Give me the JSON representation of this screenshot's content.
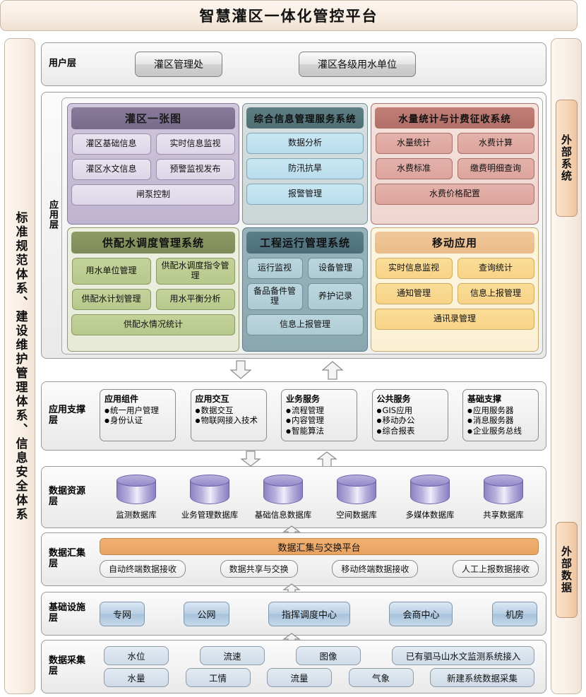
{
  "title": "智慧灌区一体化管控平台",
  "left_column": {
    "label": "标准规范体系、建设维护管理体系、信息安全体系"
  },
  "right_column": {
    "external_system": "外部系统",
    "external_data": "外部数据"
  },
  "layers": {
    "user": {
      "label": "用户层",
      "items": [
        "灌区管理处",
        "灌区各级用水单位"
      ]
    },
    "application": {
      "label": "应用层",
      "systems": [
        {
          "name": "灌区一张图",
          "color": "#8a7b9c",
          "items": [
            "灌区基础信息",
            "实时信息监视",
            "灌区水文信息",
            "预警监视发布",
            "闸泵控制"
          ],
          "full_width_items": [
            "闸泵控制"
          ]
        },
        {
          "name": "综合信息管理服务系统",
          "color": "#5e7f84",
          "items": [
            "数据分析",
            "防汛抗旱",
            "报警管理"
          ],
          "full_width_items": [
            "数据分析",
            "防汛抗旱",
            "报警管理"
          ]
        },
        {
          "name": "水量统计与计费征收系统",
          "color": "#c08078",
          "items": [
            "水量统计",
            "水费计算",
            "水费标准",
            "缴费明细查询",
            "水费价格配置"
          ],
          "full_width_items": [
            "水费价格配置"
          ]
        },
        {
          "name": "供配水调度管理系统",
          "color": "#8f9b66",
          "items": [
            "用水单位管理",
            "供配水调度指令管理",
            "供配水计划管理",
            "用水平衡分析",
            "供配水情况统计"
          ],
          "full_width_items": [
            "供配水情况统计"
          ]
        },
        {
          "name": "工程运行管理系统",
          "color": "#5c7e88",
          "items": [
            "运行监视",
            "设备管理",
            "备品备件管理",
            "养护记录",
            "信息上报管理"
          ],
          "full_width_items": [
            "信息上报管理"
          ]
        },
        {
          "name": "移动应用",
          "color": "#f0c79a",
          "items": [
            "实时信息监视",
            "查询统计",
            "通知管理",
            "信息上报管理",
            "通讯录管理"
          ],
          "full_width_items": [
            "通讯录管理"
          ]
        }
      ]
    },
    "support": {
      "label": "应用支撑层",
      "groups": [
        {
          "title": "应用组件",
          "items": [
            "统一用户管理",
            "身份认证"
          ]
        },
        {
          "title": "应用交互",
          "items": [
            "数据交互",
            "物联网接入技术"
          ]
        },
        {
          "title": "业务服务",
          "items": [
            "流程管理",
            "内容管理",
            "智能算法"
          ]
        },
        {
          "title": "公共服务",
          "items": [
            "GIS应用",
            "移动办公",
            "综合报表"
          ]
        },
        {
          "title": "基础支撑",
          "items": [
            "应用服务器",
            "消息服务器",
            "企业服务总线"
          ]
        }
      ]
    },
    "data_resource": {
      "label": "数据资源层",
      "databases": [
        "监测数据库",
        "业务管理数据库",
        "基础信息数据库",
        "空间数据库",
        "多媒体数据库",
        "共享数据库"
      ]
    },
    "data_exchange": {
      "label": "数据汇集层",
      "platform": "数据汇集与交换平台",
      "items": [
        "自动终端数据接收",
        "数据共享与交换",
        "移动终端数据接收",
        "人工上报数据接收"
      ]
    },
    "infrastructure": {
      "label": "基础设施层",
      "items": [
        "专网",
        "公网",
        "指挥调度中心",
        "会商中心",
        "机房"
      ]
    },
    "acquisition": {
      "label": "数据采集层",
      "row1": [
        "水位",
        "流速",
        "图像",
        "已有驷马山水文监测系统接入"
      ],
      "row2": [
        "水量",
        "工情",
        "流量",
        "气象",
        "新建系统数据采集"
      ]
    }
  },
  "colors": {
    "title_bg": "#f7ece1",
    "accent_orange": "#e8a261",
    "db_purple": "#9289c9"
  }
}
